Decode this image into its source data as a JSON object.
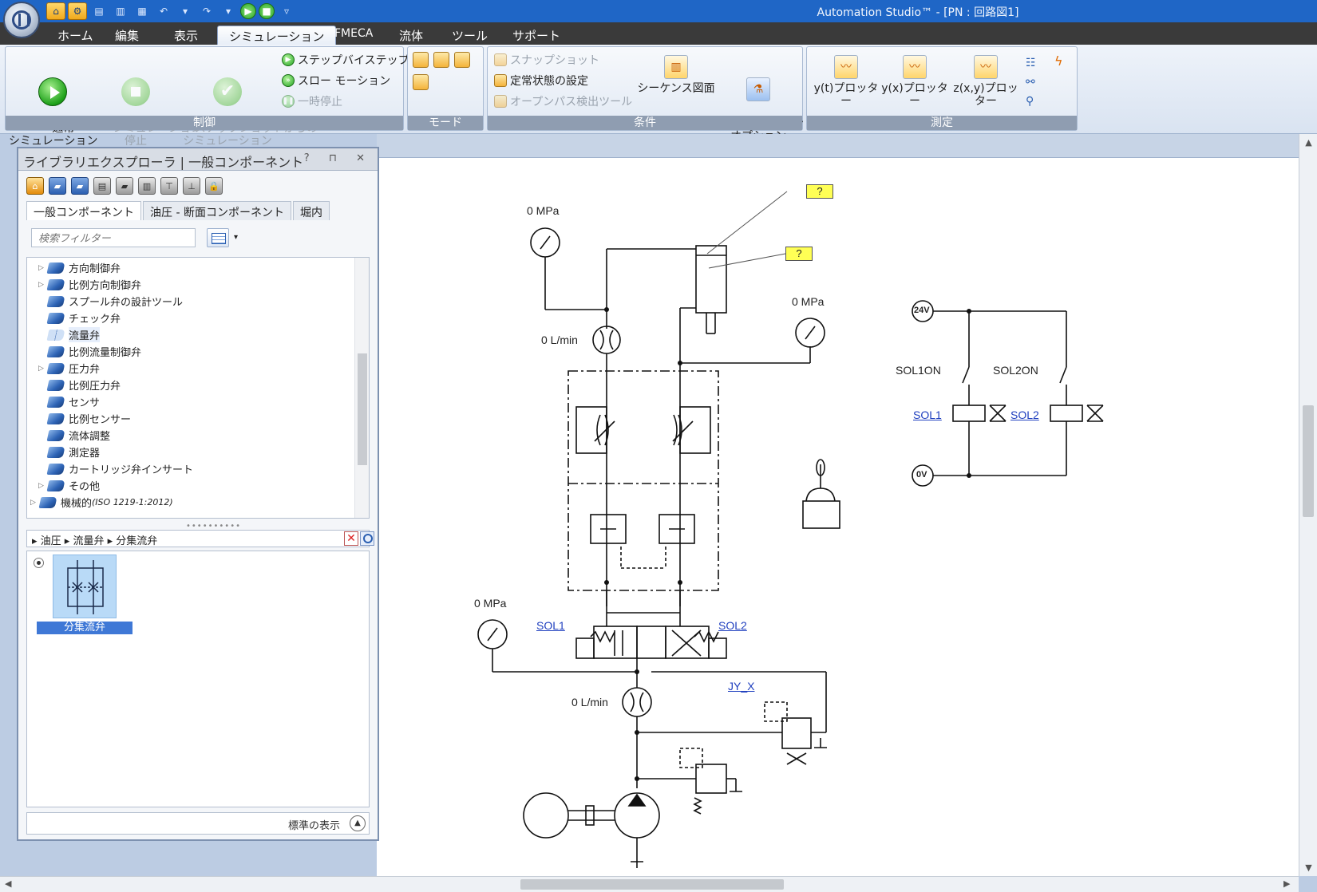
{
  "title_bar": {
    "title": "Automation Studio™ - [PN : 回路図1]"
  },
  "menu_tabs": [
    "ホーム",
    "編集",
    "表示",
    "シミュレーション",
    "FMECA",
    "流体",
    "ツール",
    "サポート"
  ],
  "ribbon": {
    "control": {
      "label": "制御",
      "normal_sim": "通常\nシミュレーション",
      "stop_sim": "シミュレーション\n停止",
      "snapshot_sim": "スナップショットからの\nシミュレーション",
      "step_by_step": "ステップバイステップ",
      "slow_motion": "スロー モーション",
      "pause": "一時停止"
    },
    "mode": {
      "label": "モード"
    },
    "conditions": {
      "label": "条件",
      "snapshot": "スナップショット",
      "steady_state": "定常状態の設定",
      "open_path": "オープンパス検出ツール",
      "sequence_diagram": "シーケンス図面",
      "sim_options": "シミュレーション\nオプション"
    },
    "measure": {
      "label": "測定",
      "yt_plotter": "y(t)プロッター",
      "yx_plotter": "y(x)プロッター",
      "zxy_plotter": "z(x,y)プロッター"
    }
  },
  "library_panel": {
    "title": "ライブラリエクスプローラ | 一般コンポーネント",
    "header_buttons": "? ⊓ ✕",
    "tabs": [
      "一般コンポーネント",
      "油圧 - 断面コンポーネント",
      "堀内"
    ],
    "filter_placeholder": "検索フィルター",
    "tree": [
      {
        "label": "方向制御弁",
        "expandable": true
      },
      {
        "label": "比例方向制御弁",
        "expandable": true
      },
      {
        "label": "スプール弁の設計ツール",
        "expandable": false
      },
      {
        "label": "チェック弁",
        "expandable": false
      },
      {
        "label": "流量弁",
        "expandable": false,
        "selected": true
      },
      {
        "label": "比例流量制御弁",
        "expandable": false
      },
      {
        "label": "圧力弁",
        "expandable": true
      },
      {
        "label": "比例圧力弁",
        "expandable": false
      },
      {
        "label": "センサ",
        "expandable": false
      },
      {
        "label": "比例センサー",
        "expandable": false
      },
      {
        "label": "流体調整",
        "expandable": false
      },
      {
        "label": "測定器",
        "expandable": false
      },
      {
        "label": "カートリッジ弁インサート",
        "expandable": false
      },
      {
        "label": "その他",
        "expandable": true
      }
    ],
    "tree_root": {
      "label": "機械的",
      "suffix": "(ISO 1219-1:2012)"
    },
    "breadcrumb": "▸ 油圧 ▸ 流量弁 ▸ 分集流弁",
    "preview_item": "分集流弁",
    "standard_view": "標準の表示"
  },
  "diagram": {
    "gauge_top": "0 MPa",
    "gauge_right": "0 MPa",
    "gauge_bottom": "0 MPa",
    "flow_top": "0 L/min",
    "flow_bottom": "0 L/min",
    "q1": "?",
    "q2": "?",
    "sol1_link": "SOL1",
    "sol2_link": "SOL2",
    "jy_link": "JY_X",
    "supply_24v": "24V",
    "supply_0v": "0V",
    "sol1on": "SOL1ON",
    "sol2on": "SOL2ON",
    "elec_sol1": "SOL1",
    "elec_sol2": "SOL2"
  }
}
